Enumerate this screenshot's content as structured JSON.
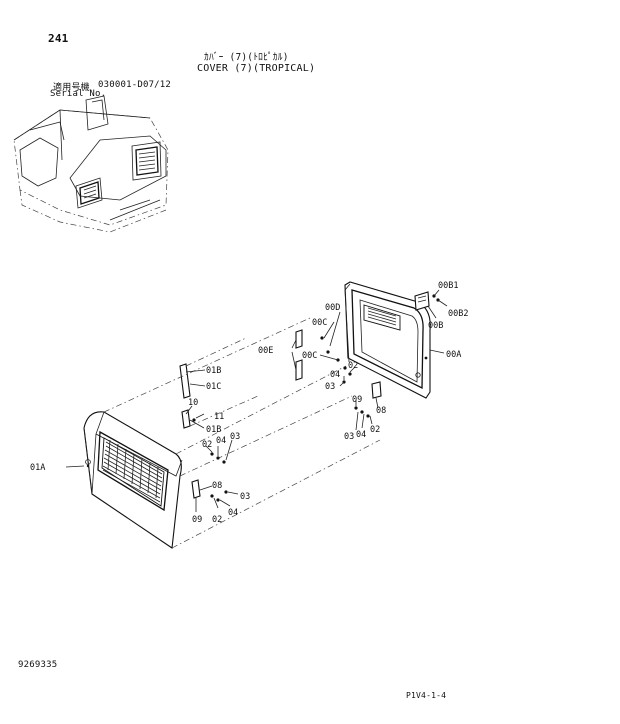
{
  "header": {
    "page_number": "241",
    "title_kana": "ｶﾊﾞｰ (7)(ﾄﾛﾋﾟｶﾙ)",
    "title": "COVER (7)(TROPICAL)",
    "serial_label_jp": "適用号機",
    "serial_label": "Serial No.",
    "serial_range": "030001-D07/12"
  },
  "callouts": {
    "c00B1": "00B1",
    "c00B2": "00B2",
    "c00B": "00B",
    "c00A": "00A",
    "c00D": "00D",
    "c00C_top": "00C",
    "c00C_mid": "00C",
    "c00E": "00E",
    "c02_top": "02",
    "c04_top": "04",
    "c03_top": "03",
    "c09_top": "09",
    "c08_top": "08",
    "c03_bot": "03",
    "c04_bot": "04",
    "c02_bot": "02",
    "c01B_top": "01B",
    "c01C": "01C",
    "c10": "10",
    "c11": "11",
    "c01B_mid": "01B",
    "c02_mid": "02",
    "c04_mid": "04",
    "c03_mid": "03",
    "c01A": "01A",
    "c08_low": "08",
    "c03_low": "03",
    "c09_low": "09",
    "c02_low": "02",
    "c04_low": "04"
  },
  "footer": {
    "doc_number": "9269335",
    "page_code": "P1V4-1-4"
  }
}
